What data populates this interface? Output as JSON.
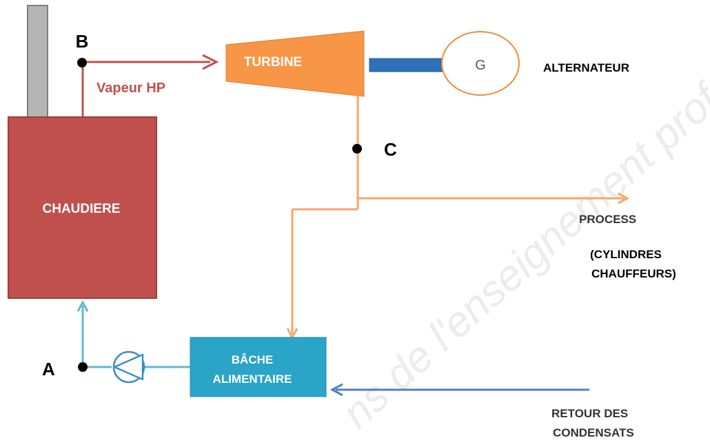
{
  "labels": {
    "point_b": "B",
    "point_c": "C",
    "point_a": "A",
    "vapeur": "Vapeur HP",
    "turbine": "TURBINE",
    "generator": "G",
    "alternateur": "ALTERNATEUR",
    "chaudiere": "CHAUDIERE",
    "process": "PROCESS",
    "cylindres_line1": "(CYLINDRES",
    "cylindres_line2": "CHAUFFEURS)",
    "bache_line1": "BÂCHE",
    "bache_line2": "ALIMENTAIRE",
    "retour_line1": "RETOUR DES",
    "retour_line2": "CONDENSATS",
    "watermark": "ns de l'enseignement profe"
  },
  "colors": {
    "steam": "#c0504d",
    "chaudiere_fill": "#c0504d",
    "chaudiere_stroke": "#a03e3b",
    "turbine_fill": "#f79646",
    "process_line": "#f5a66a",
    "bache_fill": "#2aa5c7",
    "water_line": "#5fb8d1",
    "condensate_line": "#4f81bd",
    "shaft": "#3070b8",
    "generator_stroke": "#f28a3a",
    "chimney_fill": "#b5b5b5"
  }
}
